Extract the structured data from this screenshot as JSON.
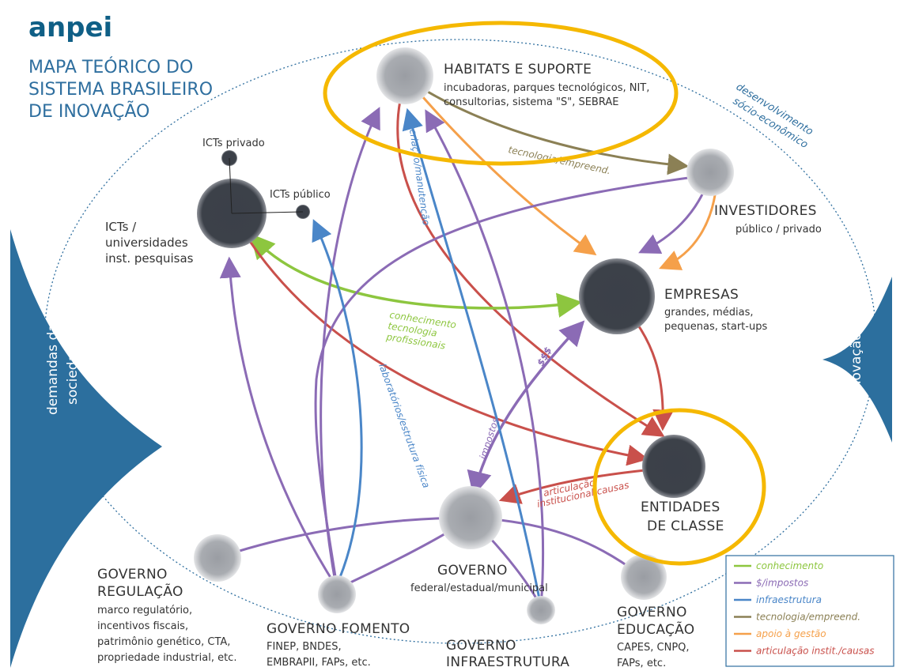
{
  "brand": "anpei",
  "title": [
    "MAPA TEÓRICO DO",
    "SISTEMA BRASILEIRO",
    "DE INOVAÇÃO"
  ],
  "side_left": [
    "demandas da",
    "sociedade"
  ],
  "side_right": "inovação",
  "orbit_label": [
    "desenvolvimento",
    "sócio-econômico"
  ],
  "nodes": {
    "habitats": {
      "title": "HABITATS E SUPORTE",
      "sub": [
        "incubadoras, parques tecnológicos, NIT,",
        "consultorias, sistema \"S\", SEBRAE"
      ]
    },
    "icts": {
      "title": [
        "ICTs /",
        "universidades",
        "inst. pesquisas"
      ]
    },
    "icts_privado": "ICTs privado",
    "icts_publico": "ICTs público",
    "investidores": {
      "title": "INVESTIDORES",
      "sub": "público / privado"
    },
    "empresas": {
      "title": "EMPRESAS",
      "sub": [
        "grandes, médias,",
        "pequenas, start-ups"
      ]
    },
    "entidades": {
      "title": [
        "ENTIDADES",
        "DE CLASSE"
      ]
    },
    "governo": {
      "title": "GOVERNO",
      "sub": "federal/estadual/municipal"
    },
    "gov_regulacao": {
      "title": [
        "GOVERNO",
        "REGULAÇÃO"
      ],
      "sub": [
        "marco regulatório,",
        "incentivos fiscais,",
        "patrimônio genético, CTA,",
        "propriedade industrial, etc."
      ]
    },
    "gov_fomento": {
      "title": "GOVERNO FOMENTO",
      "sub": [
        "FINEP, BNDES,",
        "EMBRAPII, FAPs, etc."
      ]
    },
    "gov_infra": {
      "title": [
        "GOVERNO",
        "INFRAESTRUTURA"
      ]
    },
    "gov_educacao": {
      "title": [
        "GOVERNO",
        "EDUCAÇÃO"
      ],
      "sub": [
        "CAPES, CNPQ,",
        "FAPs, etc."
      ]
    }
  },
  "flow_labels": {
    "tecnologia": "tecnologia/empreend.",
    "criacao": "criação/manutenção",
    "conhecimento": [
      "conhecimento",
      "tecnologia",
      "profissionais"
    ],
    "dinheiro": "$$$",
    "impostos": "impostos",
    "laboratorios": "laboratórios/estrutura física",
    "articulacao": [
      "articulação",
      "institucional/causas"
    ]
  },
  "legend": [
    {
      "label": "conhecimento",
      "color": "#8dc63f"
    },
    {
      "label": "$/impostos",
      "color": "#8b6bb5"
    },
    {
      "label": "infraestrutura",
      "color": "#4a86c8"
    },
    {
      "label": "tecnologia/empreend.",
      "color": "#8b8055"
    },
    {
      "label": "apoio à gestão",
      "color": "#f5a04a"
    },
    {
      "label": "articulação instit./causas",
      "color": "#c9504b"
    }
  ],
  "colors": {
    "brand": "#0f5f86",
    "accent_blue": "#2f6f9f",
    "highlight": "#f5b800",
    "node_dark": "#3a3f48",
    "node_light": "#a8abb0"
  }
}
